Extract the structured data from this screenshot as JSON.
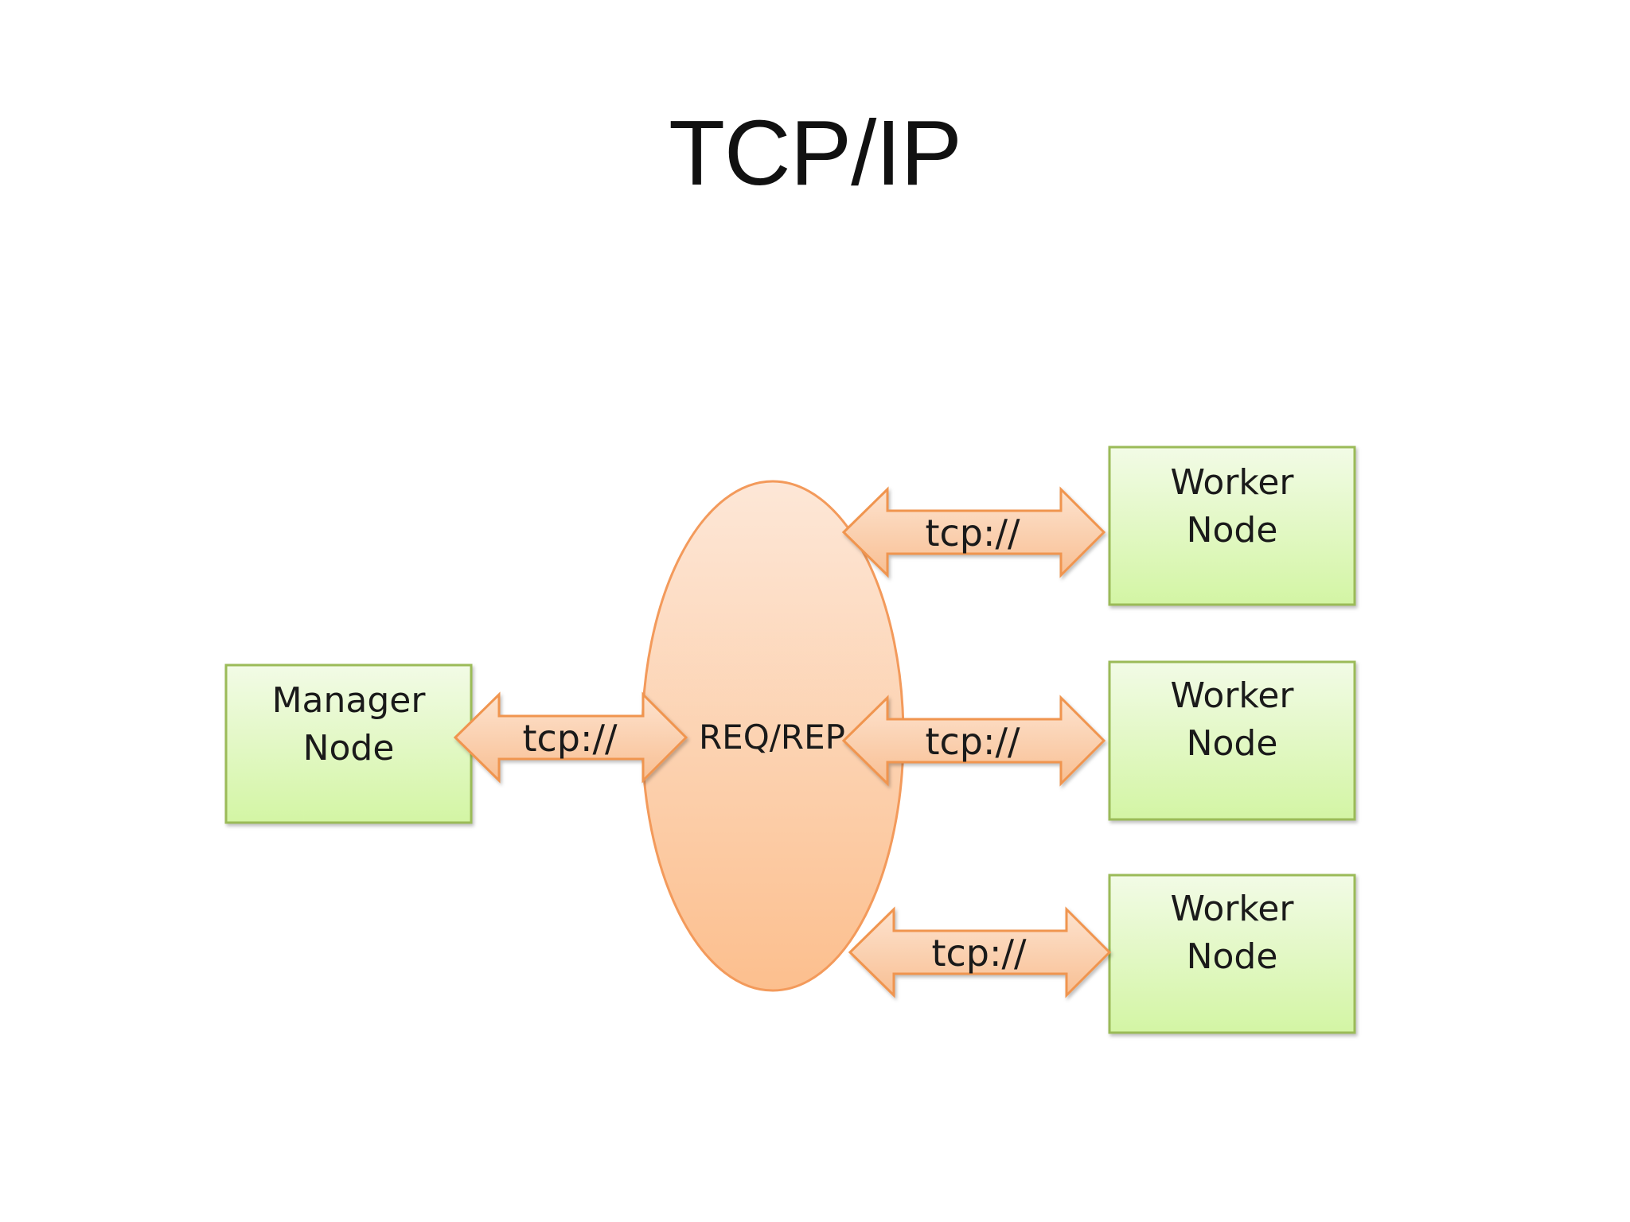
{
  "title": "TCP/IP",
  "hub": {
    "label": "REQ/REP"
  },
  "manager": {
    "line1": "Manager",
    "line2": "Node"
  },
  "workers": [
    {
      "line1": "Worker",
      "line2": "Node"
    },
    {
      "line1": "Worker",
      "line2": "Node"
    },
    {
      "line1": "Worker",
      "line2": "Node"
    }
  ],
  "links": [
    {
      "label": "tcp://"
    },
    {
      "label": "tcp://"
    },
    {
      "label": "tcp://"
    },
    {
      "label": "tcp://"
    }
  ],
  "colors": {
    "node_fill_top": "#f2fbe6",
    "node_fill_bottom": "#d3f5a4",
    "node_stroke": "#9bbb59",
    "hub_fill_top": "#fde7d7",
    "hub_fill_bottom": "#fcbf8e",
    "hub_stroke": "#f39a5b",
    "arrow_fill_top": "#fde3cf",
    "arrow_fill_bottom": "#f8bf93",
    "arrow_stroke": "#f0954f"
  }
}
